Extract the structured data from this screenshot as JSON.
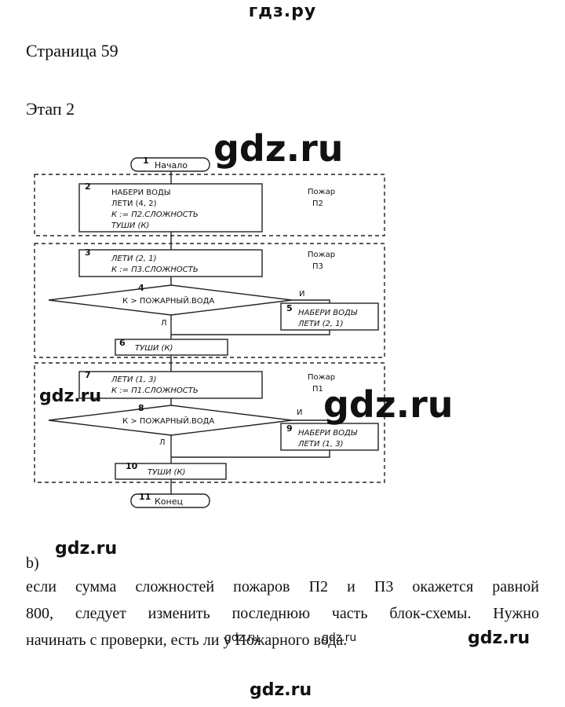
{
  "header": {
    "site": "гдз.ру"
  },
  "page": {
    "number_label": "Страница 59",
    "stage_label": "Этап 2"
  },
  "watermarks": {
    "large": "gdz.ru",
    "small": "gdz.ru"
  },
  "flowchart": {
    "start": {
      "num": "1",
      "label": "Начало"
    },
    "end": {
      "num": "11",
      "label": "Конец"
    },
    "sections": [
      {
        "label_line1": "Пожар",
        "label_line2": "П2"
      },
      {
        "label_line1": "Пожар",
        "label_line2": "П3"
      },
      {
        "label_line1": "Пожар",
        "label_line2": "П1"
      }
    ],
    "b2": {
      "num": "2",
      "lines": [
        "НАБЕРИ  ВОДЫ",
        "ЛЕТИ  (4, 2)",
        "К  := П2.СЛОЖНОСТЬ",
        "ТУШИ  (К)"
      ]
    },
    "b3": {
      "num": "3",
      "lines": [
        "ЛЕТИ (2, 1)",
        "К  := П3.СЛОЖНОСТЬ"
      ]
    },
    "d4": {
      "num": "4",
      "label": "К > ПОЖАРНЫЙ.ВОДА",
      "yes": "И",
      "no": "Л"
    },
    "b5": {
      "num": "5",
      "lines": [
        "НАБЕРИ ВОДЫ",
        "ЛЕТИ  (2,  1)"
      ]
    },
    "b6": {
      "num": "6",
      "label": "ТУШИ  (К)"
    },
    "b7": {
      "num": "7",
      "lines": [
        "ЛЕТИ  (1,  3)",
        "К  := П1.СЛОЖНОСТЬ"
      ]
    },
    "d8": {
      "num": "8",
      "label": "К > ПОЖАРНЫЙ.ВОДА",
      "yes": "И",
      "no": "Л"
    },
    "b9": {
      "num": "9",
      "lines": [
        "НАБЕРИ ВОДЫ",
        "ЛЕТИ  (1,  3)"
      ]
    },
    "b10": {
      "num": "10",
      "label": "ТУШИ  (К)"
    }
  },
  "answer": {
    "label": "b)",
    "lines": [
      "если сумма сложностей пожаров П2 и П3 окажется равной",
      "800, следует изменить последнюю часть блок-схемы. Нужно",
      "начинать с проверки, есть ли у Пожарного вода."
    ]
  }
}
